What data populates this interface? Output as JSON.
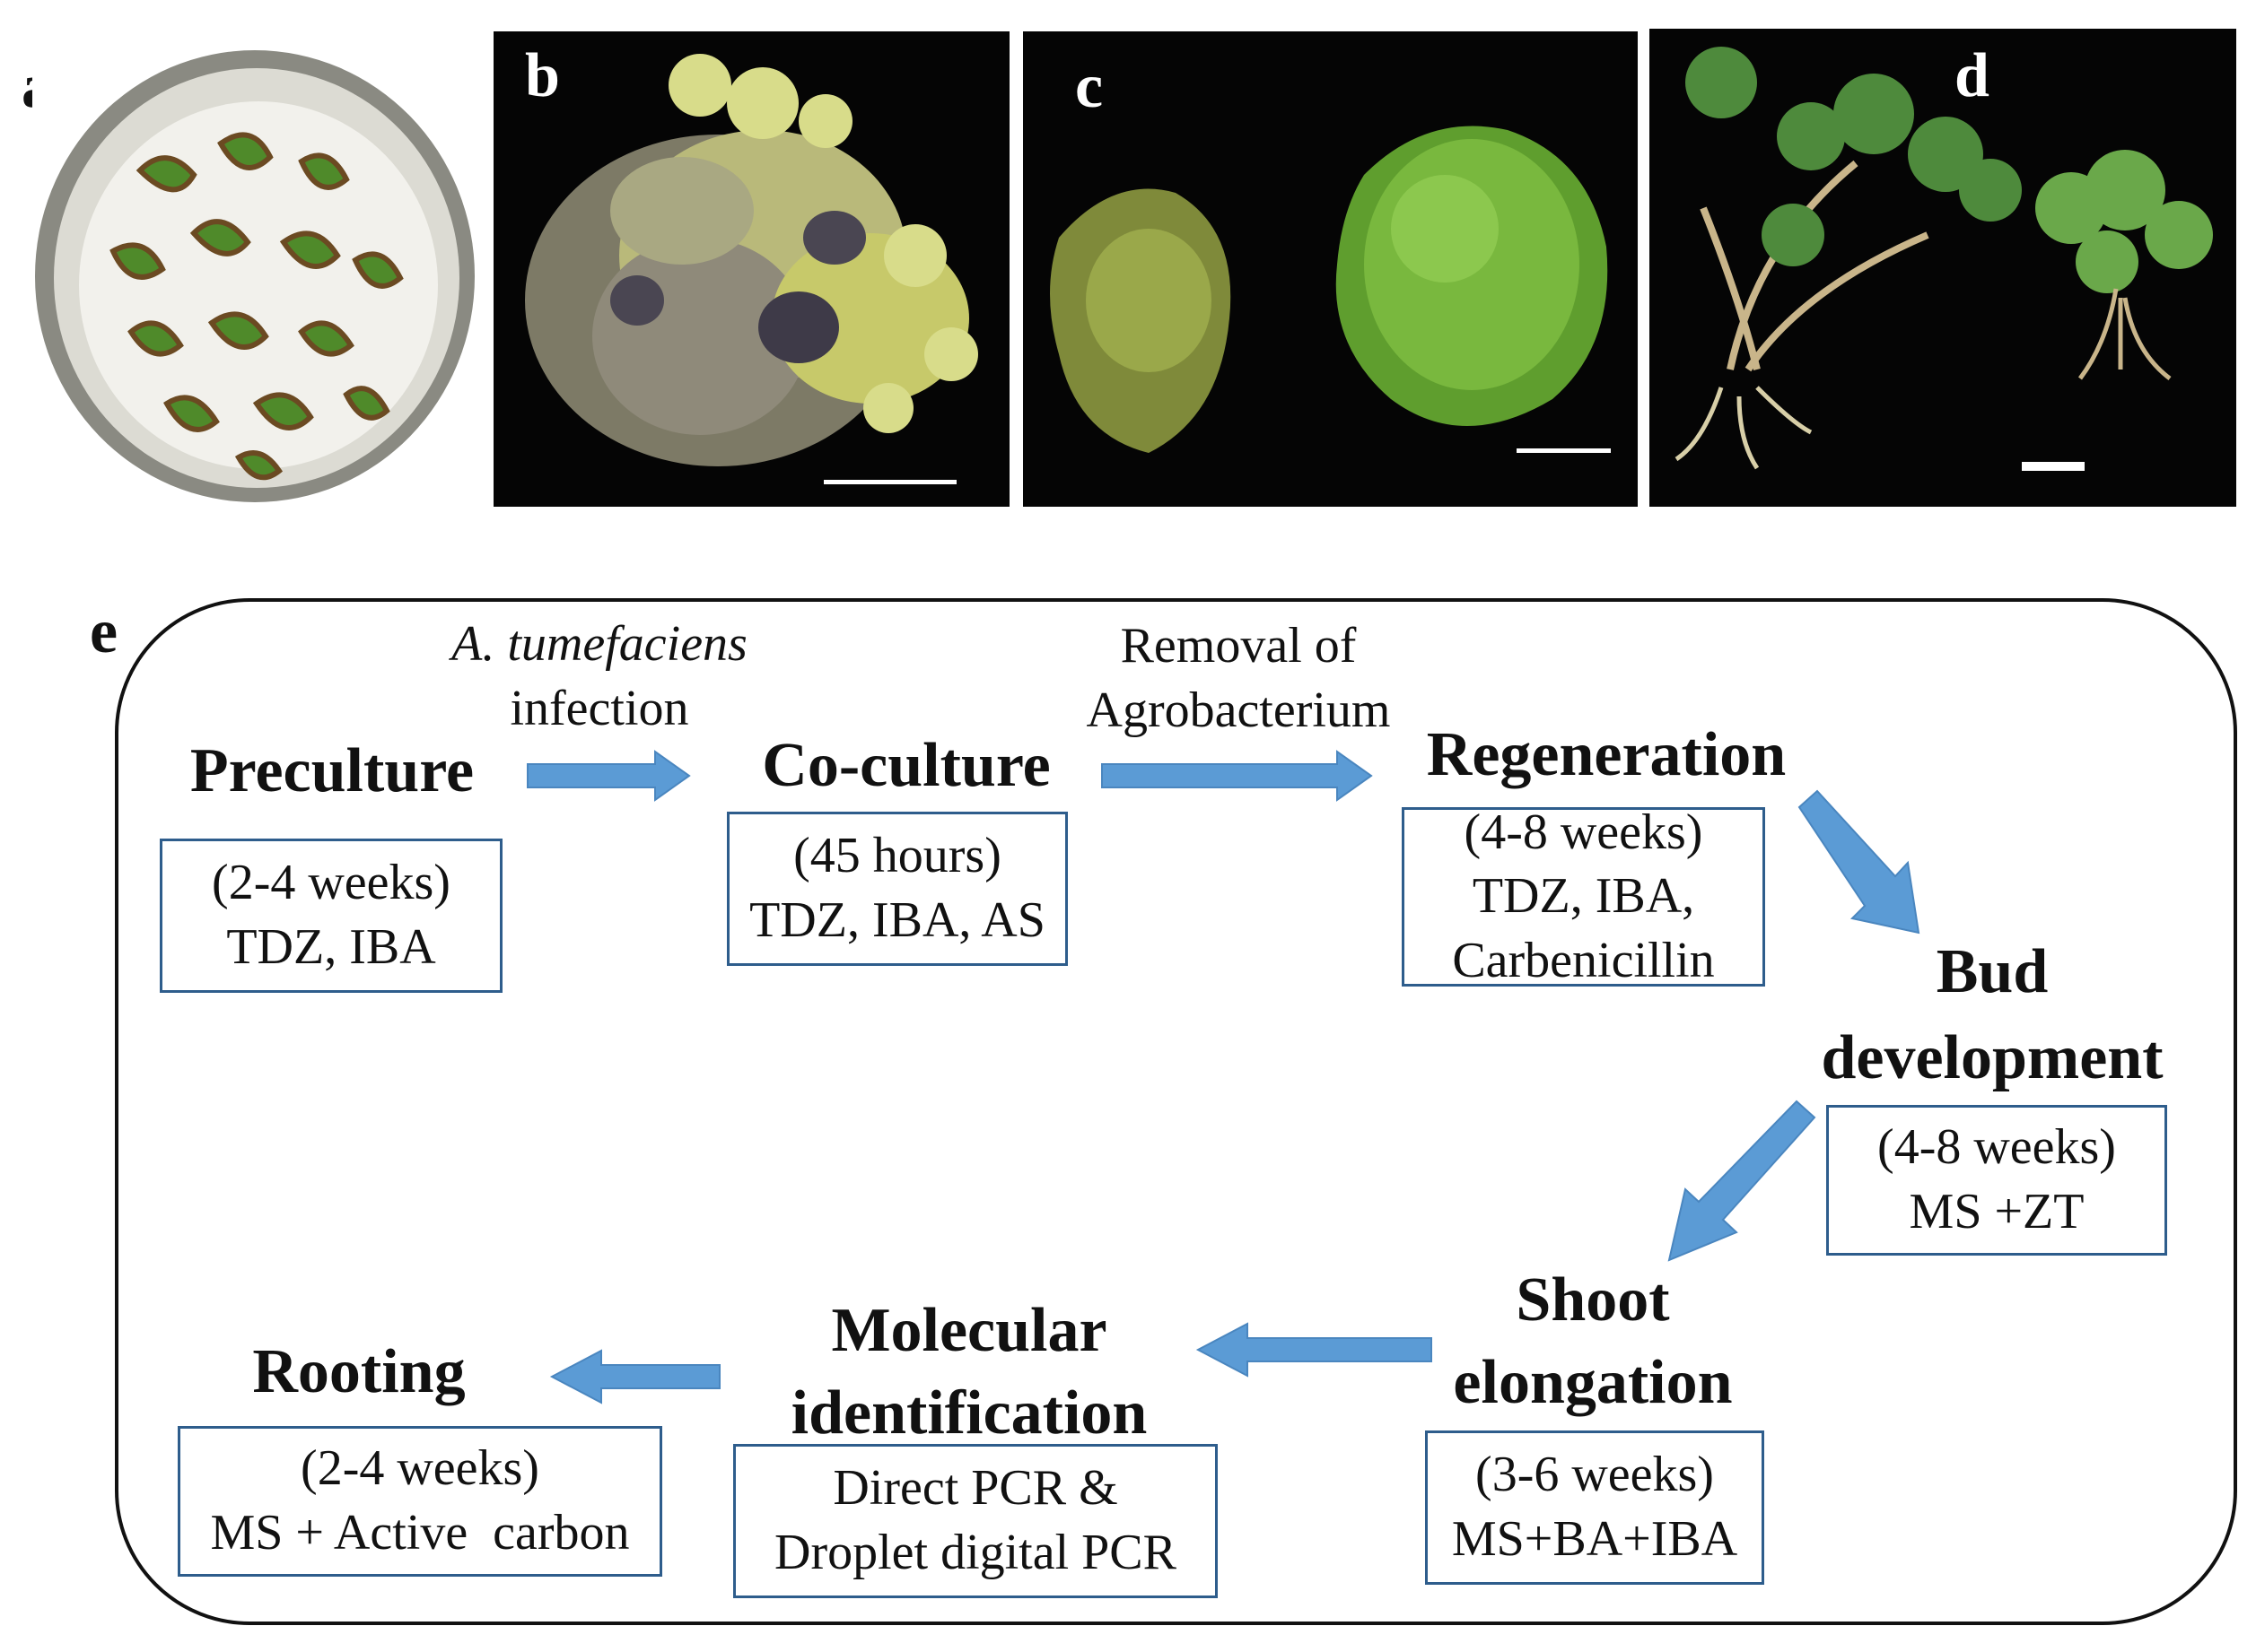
{
  "panels": {
    "a": {
      "label": "a"
    },
    "b": {
      "label": "b"
    },
    "c": {
      "label": "c"
    },
    "d": {
      "label": "d"
    },
    "e": {
      "label": "e"
    }
  },
  "colors": {
    "arrow_fill": "#5b9bd5",
    "box_border": "#2e5d8c",
    "photo_background": "#050505",
    "plant_green": "#5f9e2e",
    "callus_yellow": "#c7c96a"
  },
  "flow": {
    "preculture": {
      "title": "Preculture",
      "duration": "(2-4 weeks)",
      "conditions": "TDZ, IBA"
    },
    "arrow1": {
      "line1": "A. tumefaciens",
      "line2": "infection"
    },
    "coculture": {
      "title": "Co-culture",
      "duration": "(45 hours)",
      "conditions": "TDZ, IBA, AS"
    },
    "arrow2": {
      "line1": "Removal of",
      "line2": "Agrobacterium"
    },
    "regeneration": {
      "title": "Regeneration",
      "duration": "(4-8 weeks)",
      "line2": "TDZ, IBA,",
      "line3": "Carbenicillin"
    },
    "bud": {
      "title1": "Bud",
      "title2": "development",
      "duration": "(4-8 weeks)",
      "conditions": "MS +ZT"
    },
    "shoot": {
      "title1": "Shoot",
      "title2": "elongation",
      "duration": "(3-6 weeks)",
      "conditions": "MS+BA+IBA"
    },
    "molecular": {
      "title1": "Molecular",
      "title2": "identification",
      "line1": "Direct PCR &",
      "line2": "Droplet digital PCR"
    },
    "rooting": {
      "title": "Rooting",
      "duration": "(2-4 weeks)",
      "conditions": "MS + Active  carbon"
    }
  }
}
